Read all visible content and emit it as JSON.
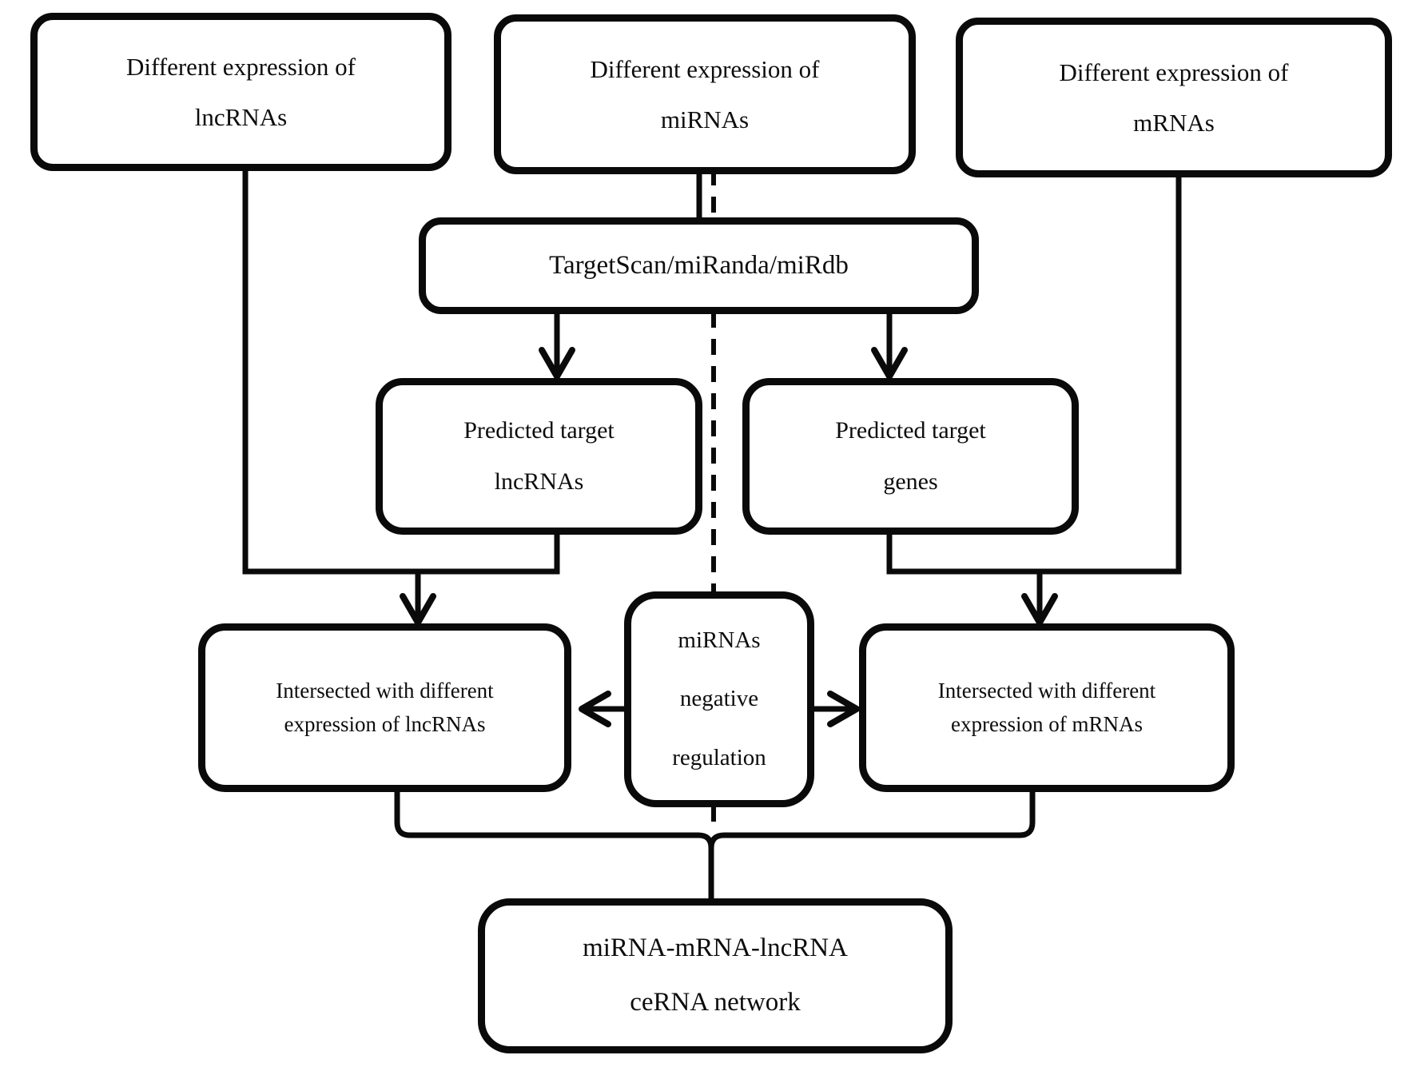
{
  "colors": {
    "background": "#ffffff",
    "line": "#0a0a0a",
    "text": "#0d0d0d"
  },
  "nodes": {
    "diff_lncrna": {
      "lines": [
        "Different expression of",
        "lncRNAs"
      ]
    },
    "diff_mirna": {
      "lines": [
        "Different expression of",
        "miRNAs"
      ]
    },
    "diff_mrna": {
      "lines": [
        "Different expression of",
        "mRNAs"
      ]
    },
    "targetscan": {
      "lines": [
        "TargetScan/miRanda/miRdb"
      ]
    },
    "pred_lncrna": {
      "lines": [
        "Predicted target",
        "lncRNAs"
      ]
    },
    "pred_genes": {
      "lines": [
        "Predicted target",
        "genes"
      ]
    },
    "mirna_regulation": {
      "lines": [
        "miRNAs",
        "negative",
        "regulation"
      ]
    },
    "inter_lncrna": {
      "lines": [
        "Intersected with different",
        "expression of lncRNAs"
      ]
    },
    "inter_mrna": {
      "lines": [
        "Intersected with different",
        "expression of mRNAs"
      ]
    },
    "cerna_network": {
      "lines": [
        "miRNA-mRNA-lncRNA",
        "ceRNA network"
      ]
    }
  }
}
